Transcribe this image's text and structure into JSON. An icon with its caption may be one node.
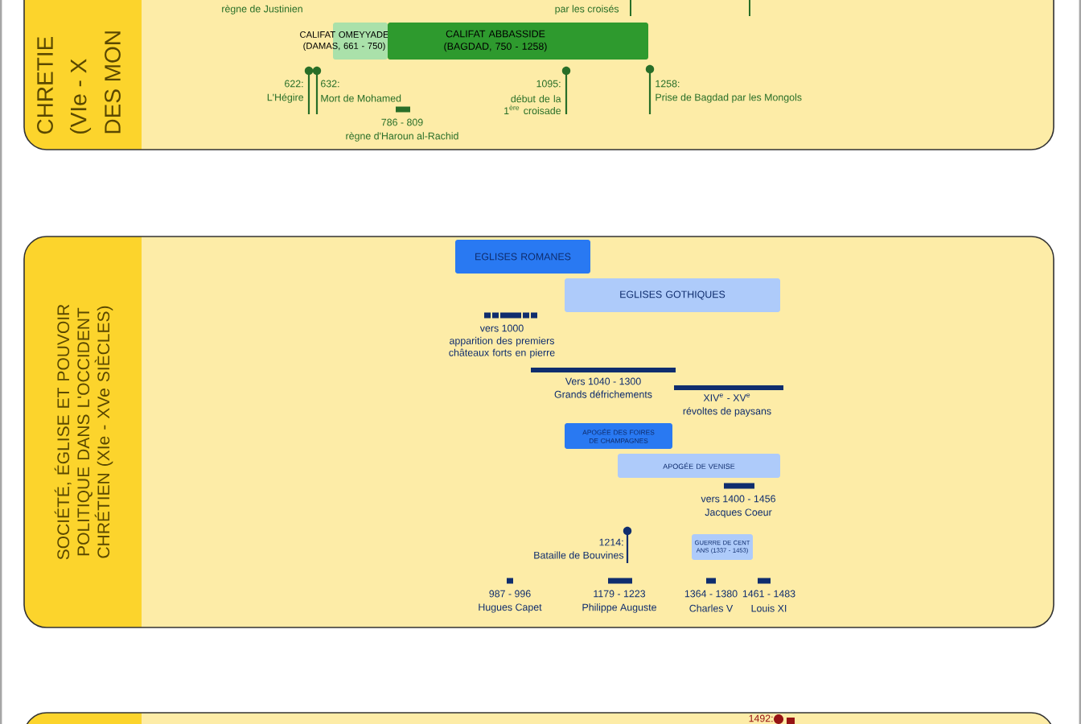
{
  "diagram": {
    "nodes": [
      {
        "text": [
          "CHRETIE",
          "(VIe - X",
          "DES MON"
        ]
      },
      {
        "text": [
          "CALIFAT OMEYYADE (DAMAS, 661 - 750)"
        ],
        "in": 0
      },
      {
        "text": [
          "CALIFAT ABBASSIDE (BAGDAD, 750 - 1258)"
        ],
        "in": 0
      },
      {
        "text": [
          "SOCIÉTÉ, ÉGLISE ET POUVOIR POLITIQUE DANS L'OCCIDENT CHRÉTIEN (XIe - XVe SIÈCLES)"
        ]
      },
      {
        "text": [
          "EGLISES ROMANES"
        ],
        "in": 3
      },
      {
        "text": [
          "EGLISES GOTHIQUES"
        ],
        "in": 3
      },
      {
        "text": [
          "APOGÉE DES FOIRES DE CHAMPAGNES"
        ],
        "in": 3
      },
      {
        "text": [
          "APOGÉE DE VENISE"
        ],
        "in": 3
      },
      {
        "text": [
          "GUERRE DE CENT ANS (1337 - 1453)"
        ],
        "in": 3
      }
    ],
    "labels": [
      "règne de Justinien",
      "par les croisés",
      "622:",
      "L'Hégire",
      "632:",
      "Mort de Mohamed",
      "1095:",
      "début de la 1$^{ère}$ croisade",
      "1258:",
      "Prise de Bagdad par les Mongols",
      "786 - 809",
      "règne d'Haroun al-Rachid",
      "vers 1000",
      "apparition des premiers châteaux forts en pierre",
      "Vers 1040 - 1300",
      "Grands défrichements",
      "XIV$^{e}$ - XV$^{e}$",
      "révoltes de paysans",
      "vers 1400 - 1456",
      "Jacques Coeur",
      "1214:",
      "Bataille de Bouvines",
      "987 - 996",
      "Hugues Capet",
      "1179 - 1223",
      "Philippe Auguste",
      "1364 - 1380",
      "Charles V",
      "1461 - 1483",
      "Louis XI",
      "1492:"
    ]
  }
}
